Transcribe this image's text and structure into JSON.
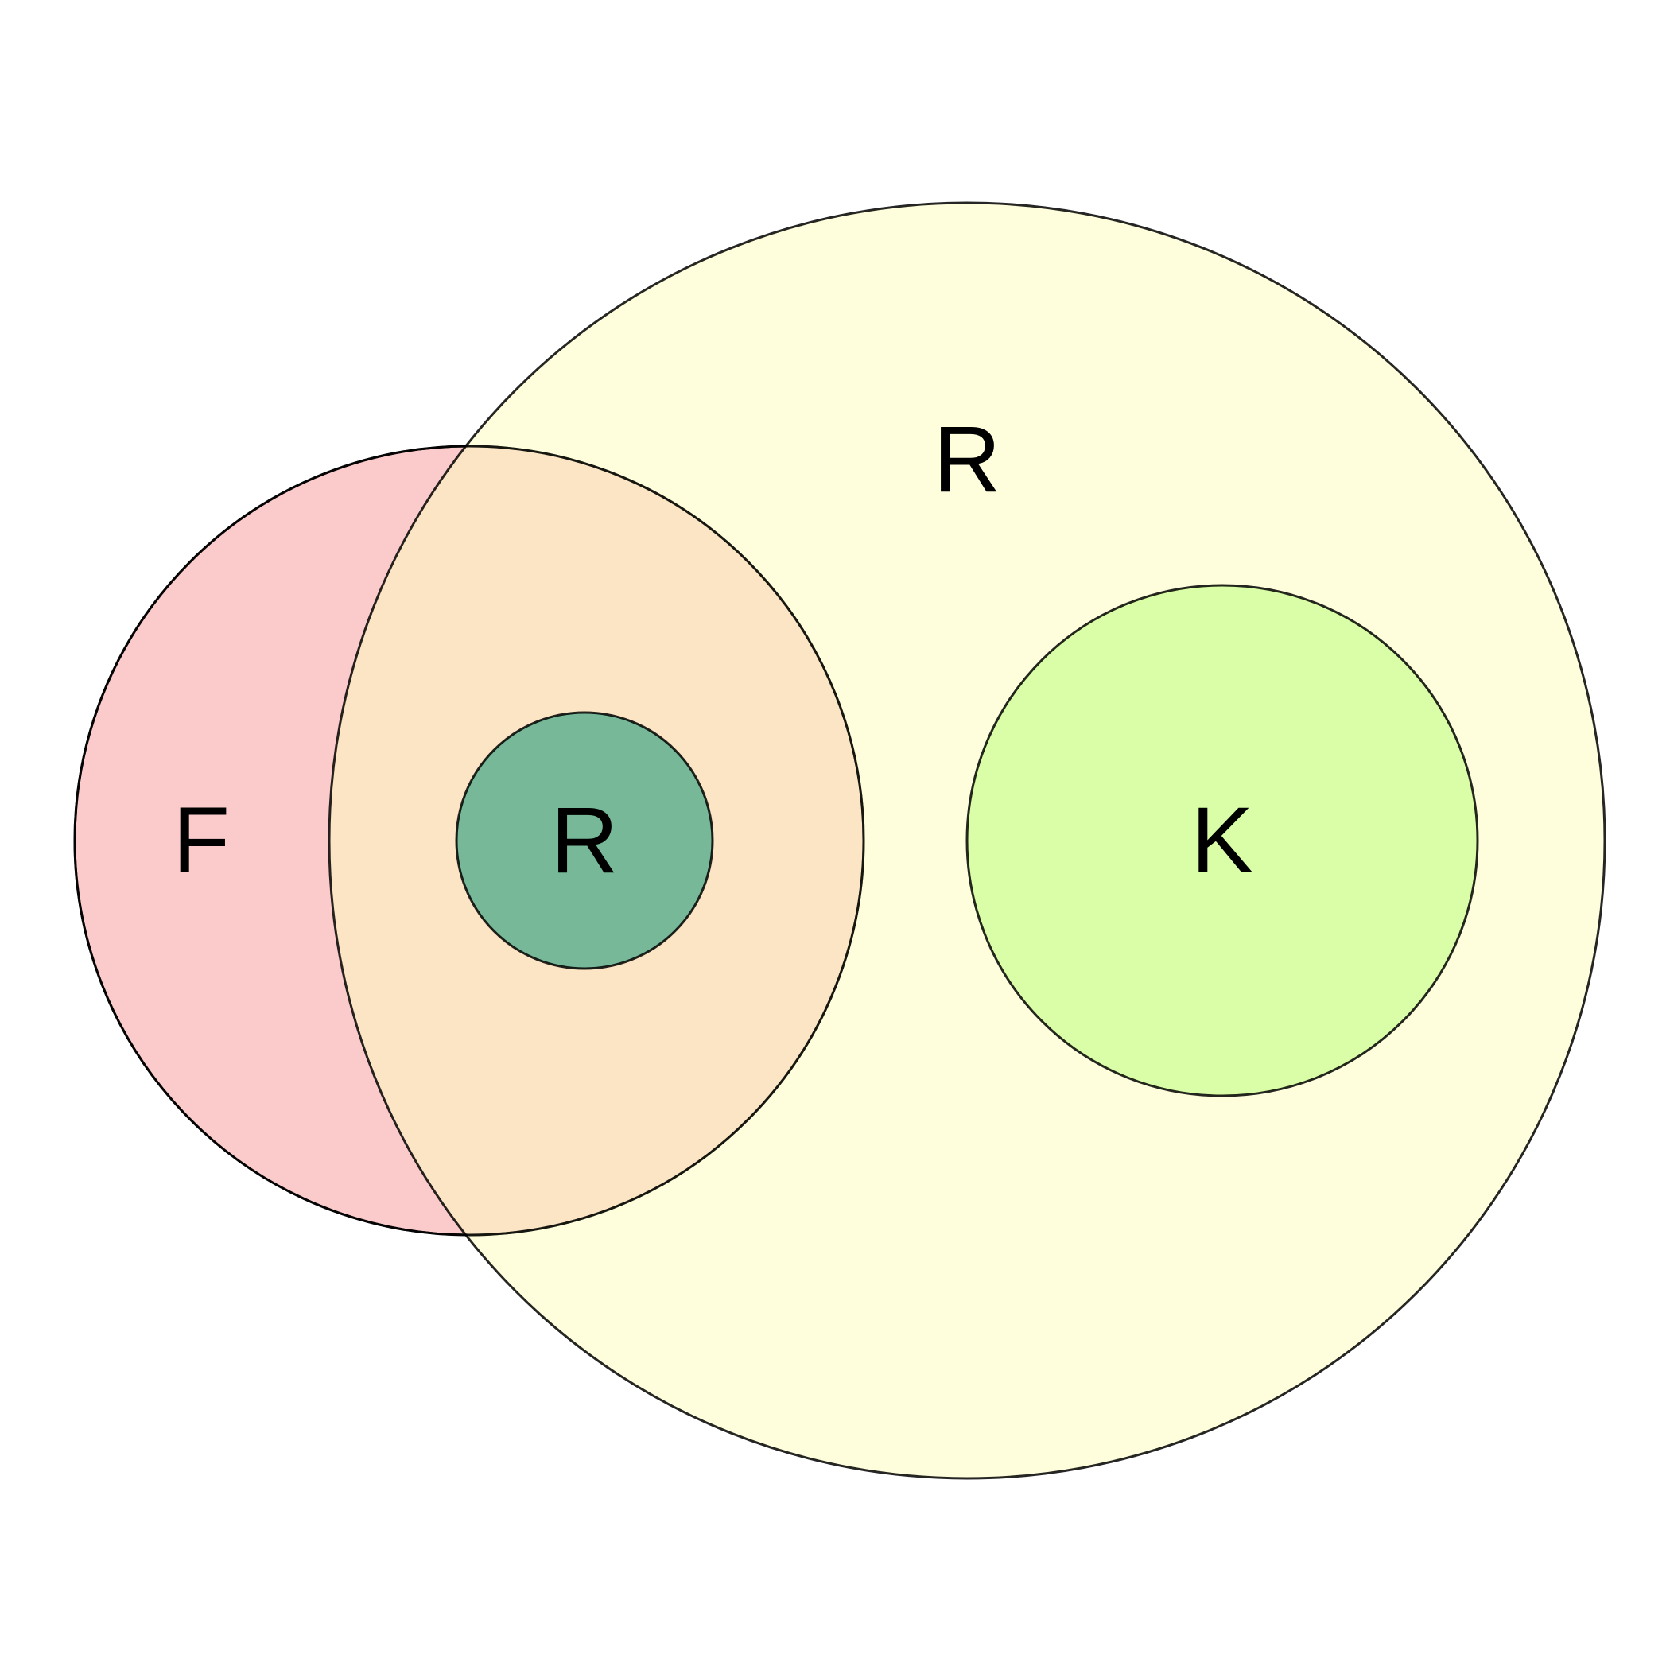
{
  "diagram": {
    "type": "euler",
    "sets": [
      {
        "key": "set_f",
        "label": "F",
        "color": "#f8a0a0"
      },
      {
        "key": "set_r_outer",
        "label": "R",
        "color": "#fdfcc0"
      },
      {
        "key": "set_r_inner",
        "label": "R",
        "color": "#4aa88a"
      },
      {
        "key": "set_k",
        "label": "K",
        "color": "#d2fe9e"
      }
    ],
    "relations": [
      {
        "type": "overlap",
        "sets": [
          "set_f",
          "set_r_outer"
        ],
        "overlap_color": "#fbd3a2"
      },
      {
        "type": "contains",
        "outer": "set_r_outer",
        "inner": "set_k"
      },
      {
        "type": "contains",
        "outer": "set_f",
        "inner": "set_r_inner"
      },
      {
        "type": "contains",
        "outer": "set_r_outer",
        "inner": "set_r_inner"
      }
    ]
  }
}
